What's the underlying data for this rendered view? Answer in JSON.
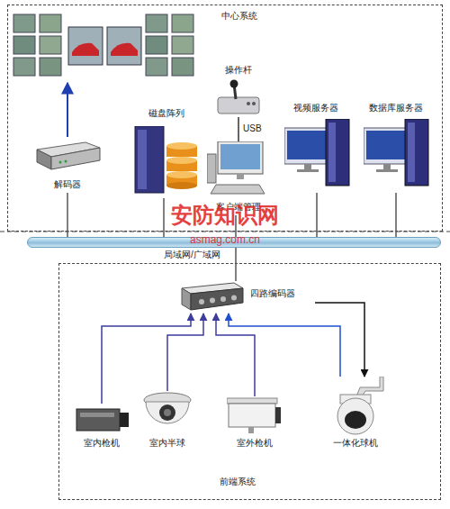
{
  "diagram": {
    "nodes": [
      {
        "text": [
          "中心系统"
        ]
      },
      {
        "text": [
          "解码器"
        ],
        "in": 0
      },
      {
        "text": [
          "磁盘阵列"
        ],
        "in": 0
      },
      {
        "text": [
          "操作杆"
        ],
        "in": 0
      },
      {
        "text": [
          "客户端管理"
        ],
        "in": 0
      },
      {
        "text": [
          "视频服务器"
        ],
        "in": 0
      },
      {
        "text": [
          "数据库服务器"
        ],
        "in": 0
      },
      {
        "text": [
          "局域网/广域网"
        ]
      },
      {
        "text": [
          "前端系统"
        ]
      },
      {
        "text": [
          "四路编码器"
        ],
        "in": 8
      },
      {
        "text": [
          "室内枪机"
        ],
        "in": 8
      },
      {
        "text": [
          "室内半球"
        ],
        "in": 8
      },
      {
        "text": [
          "室外枪机"
        ],
        "in": 8
      },
      {
        "text": [
          "一体化球机"
        ],
        "in": 8
      }
    ],
    "edges": [
      {
        "from": 1,
        "to": 7,
        "arrow": "none"
      },
      {
        "from": 2,
        "to": 7,
        "arrow": "none"
      },
      {
        "from": 3,
        "to": 4,
        "label": "USB",
        "arrow": "none"
      },
      {
        "from": 4,
        "to": 7,
        "arrow": "none"
      },
      {
        "from": 5,
        "to": 7,
        "arrow": "none"
      },
      {
        "from": 6,
        "to": 7,
        "arrow": "none"
      },
      {
        "from": 7,
        "to": 9,
        "arrow": "none"
      },
      {
        "from": 10,
        "to": 9,
        "arrow": "to"
      },
      {
        "from": 11,
        "to": 9,
        "arrow": "to"
      },
      {
        "from": 12,
        "to": 9,
        "arrow": "to"
      },
      {
        "from": 13,
        "to": 9,
        "arrow": "to"
      },
      {
        "from": 9,
        "to": 13,
        "arrow": "to"
      }
    ],
    "labels": [
      "安防知识网",
      "asmag.com.cn"
    ]
  }
}
